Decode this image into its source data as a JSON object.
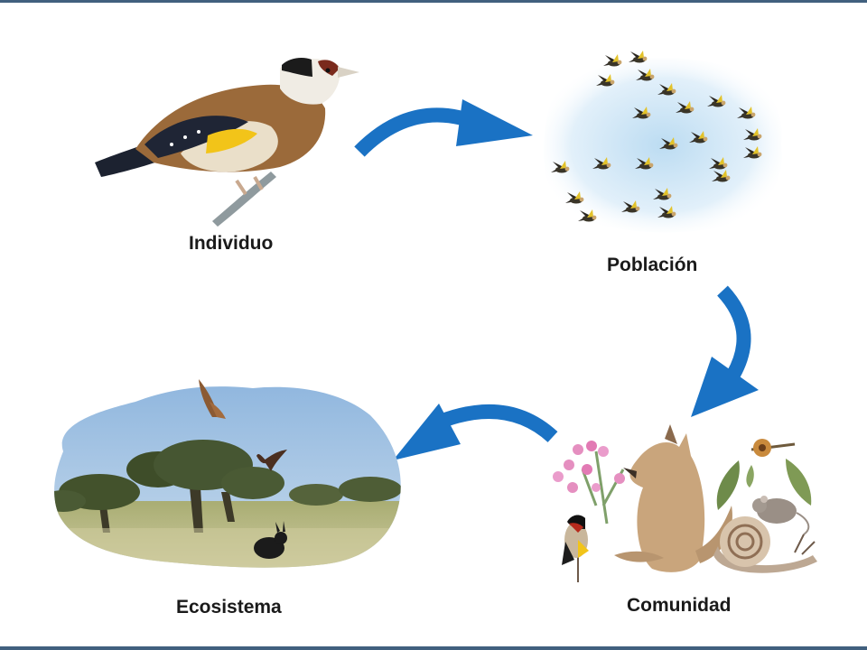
{
  "stages": {
    "individuo": "Individuo",
    "poblacion": "Población",
    "comunidad": "Comunidad",
    "ecosistema": "Ecosistema"
  },
  "icons": [
    "goldfinch-icon",
    "bird-flock-icon",
    "fox-icon",
    "snail-icon",
    "mouse-icon",
    "flowers-icon",
    "eagle-icon",
    "rabbit-icon",
    "tree-icon"
  ],
  "colors": {
    "arrow": "#1a72c4",
    "frame": "#41607e",
    "sky": "#9fc4e6",
    "meadow": "#b8c08a"
  }
}
